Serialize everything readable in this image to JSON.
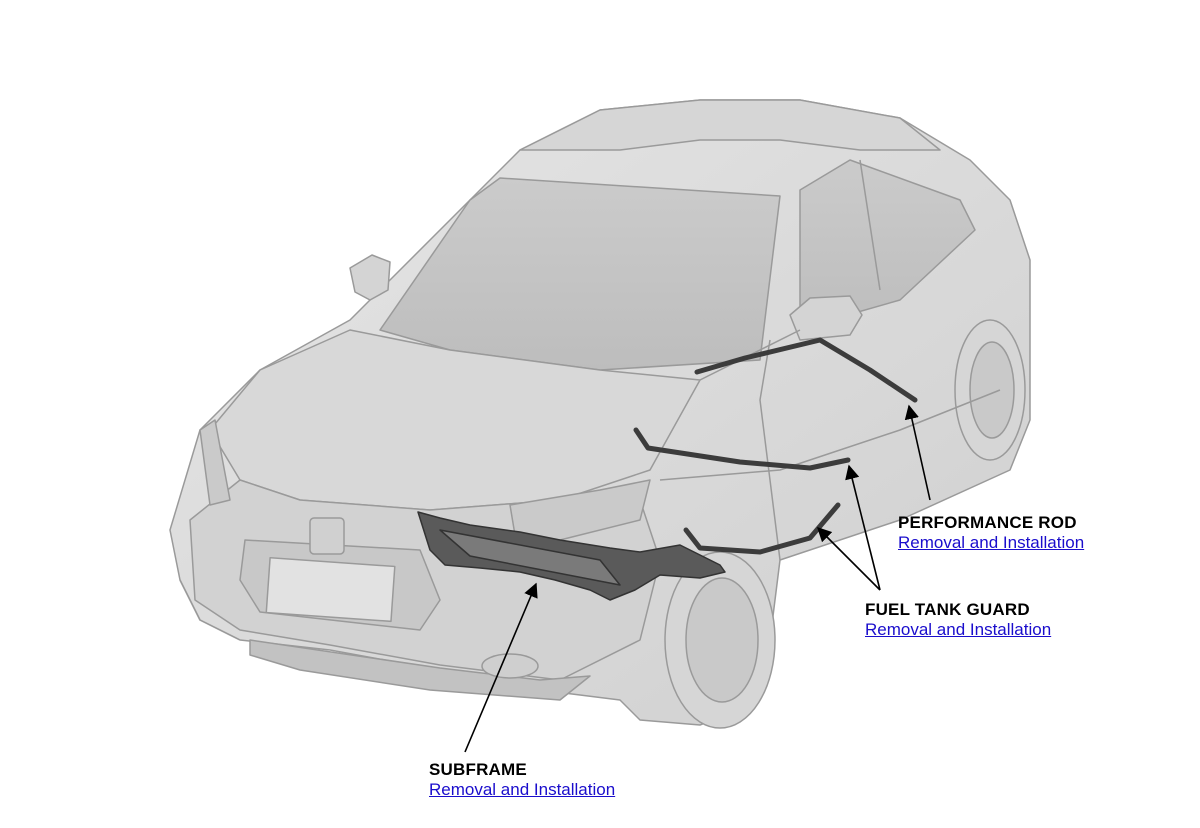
{
  "callouts": {
    "performance_rod": {
      "title": "PERFORMANCE ROD",
      "link": "Removal and Installation"
    },
    "fuel_tank_guard": {
      "title": "FUEL TANK GUARD",
      "link": "Removal and Installation"
    },
    "subframe": {
      "title": "SUBFRAME",
      "link": "Removal and Installation"
    }
  },
  "colors": {
    "body_fill": "#dcdcdc",
    "body_shadow": "#c4c4c4",
    "outline": "#9a9a9a",
    "part_dark": "#3c3c3c",
    "link": "#1a0dcc"
  }
}
